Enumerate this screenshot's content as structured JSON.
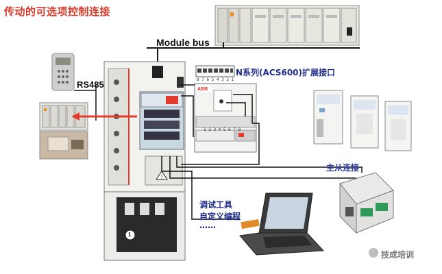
{
  "title": "传动的可选项控制连接",
  "labels": {
    "module_bus": "Module bus",
    "rs485": "RS485",
    "n_series": "N系列(ACS600)扩展接口",
    "master_slave": "主从连接",
    "debug_tool": "调试工具",
    "custom_programming": "自定义编程",
    "ellipsis": "……"
  },
  "terminal_numbers": "8 7 6 5 4 3 2 1",
  "terminal_numbers_bottom": "1 2 3 4 5 6 7 8",
  "drive_marker": "1",
  "brand": "ABB",
  "watermark": "技成培训",
  "colors": {
    "title": "#d63a2a",
    "label_blue": "#1f2c8a",
    "arrow_red": "#e23b2b",
    "wire": "#111111"
  }
}
